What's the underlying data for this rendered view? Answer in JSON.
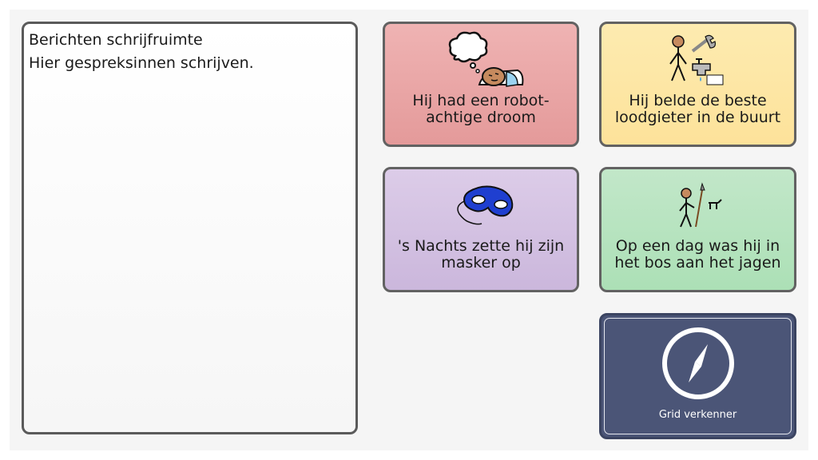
{
  "message_panel": {
    "title": "Berichten schrijfruimte",
    "placeholder": "Hier gespreksinnen schrijven."
  },
  "cells": [
    {
      "label": "Hij had een robot-achtige droom",
      "symbol": "sleeping-dream-icon",
      "color": "#e8a3a3"
    },
    {
      "label": "Hij belde de beste loodgieter in de buurt",
      "symbol": "plumber-icon",
      "color": "#fde6a3"
    },
    {
      "label": "'s Nachts zette hij zijn masker op",
      "symbol": "mask-icon",
      "color": "#d2c0e1"
    },
    {
      "label": "Op een dag was hij in het bos aan het jagen",
      "symbol": "hunter-icon",
      "color": "#b4e3be"
    },
    {
      "label": "Grid verkenner",
      "symbol": "compass-icon",
      "color": "#4b5577"
    }
  ]
}
